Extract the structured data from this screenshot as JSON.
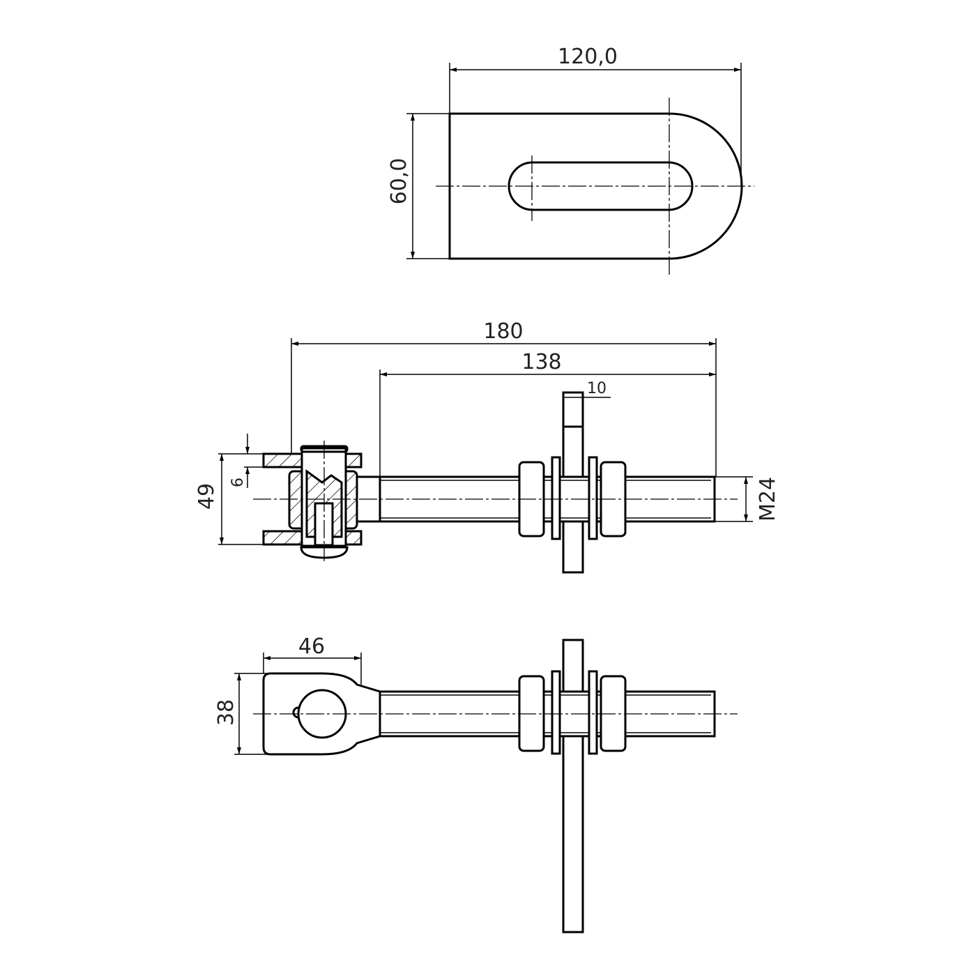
{
  "title": "Gate hinge with welding plate – technical drawing",
  "top_view": {
    "width_dim": "120,0",
    "height_dim": "60,0"
  },
  "side_view": {
    "overall_length_dim": "180",
    "thread_length_dim": "138",
    "plate_thickness_dim": "10",
    "head_height_dim": "49",
    "plate_gap_dim": "6",
    "thread_dim": "M24"
  },
  "bottom_view": {
    "eye_length_dim": "46",
    "eye_width_dim": "38"
  },
  "colors": {
    "line": "#000000",
    "background": "#ffffff"
  }
}
